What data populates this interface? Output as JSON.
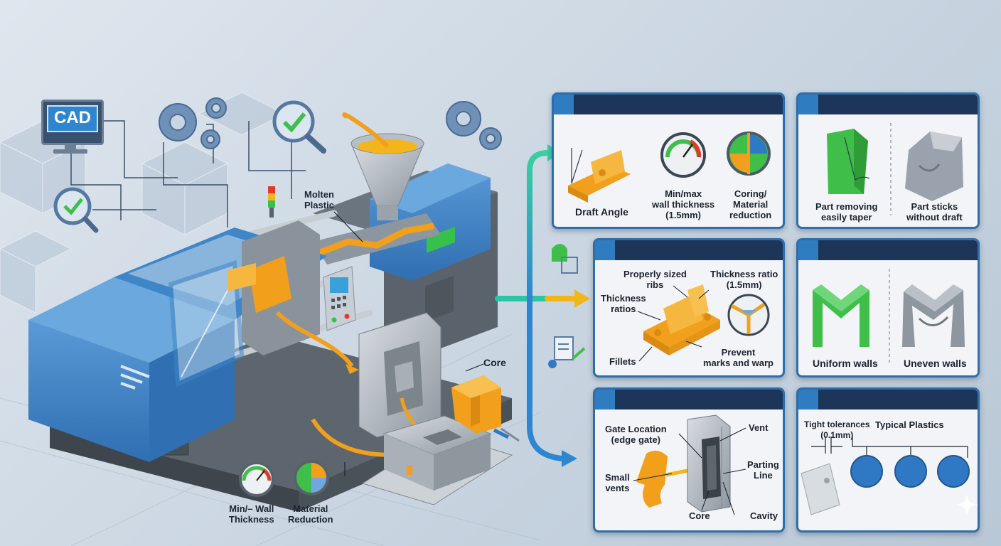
{
  "cad_badge": "CAD",
  "machine_labels": {
    "molten_plastic": "Molten\nPlastic",
    "core": "Core",
    "wall_thickness": "Min/– Wall\nThickness",
    "material_reduction": "Material\nReduction"
  },
  "panels": [
    {
      "labels": [
        "Draft Angle",
        "Min/max\nwall thickness\n(1.5mm)",
        "Coring/\nMaterial\nreduction"
      ]
    },
    {
      "labels": [
        "Part removing\neasily taper",
        "Part sticks\nwithout draft"
      ]
    },
    {
      "labels": [
        "Properly sized\nribs",
        "Thickness ratio\n(1.5mm)",
        "Thickness\nratios",
        "Fillets",
        "Prevent\nmarks and warp"
      ]
    },
    {
      "labels": [
        "Uniform walls",
        "Uneven walls"
      ]
    },
    {
      "labels": [
        "Gate Location\n(edge gate)",
        "Vent",
        "Parting\nLine",
        "Small\nvents",
        "Core",
        "Cavity"
      ]
    },
    {
      "labels": [
        "Tight tolerances\n(0.1mm)",
        "Typical Plastics"
      ]
    }
  ],
  "colors": {
    "machine_blue": "#3f86c8",
    "panel_border": "#2f6ea8",
    "header_navy": "#1c3558",
    "plastic_orange": "#f2a01c",
    "good_green": "#3fbf4a",
    "bad_gray": "#9aa3ad",
    "arrow_teal": "#2cc4a4",
    "pellet_blue": "#2f78c4"
  },
  "icons": [
    "cad-monitor-icon",
    "gear-icon",
    "magnifier-check-icon",
    "hopper-icon",
    "gauge-icon",
    "pie-reduction-icon",
    "document-icon",
    "sparkle-icon"
  ]
}
